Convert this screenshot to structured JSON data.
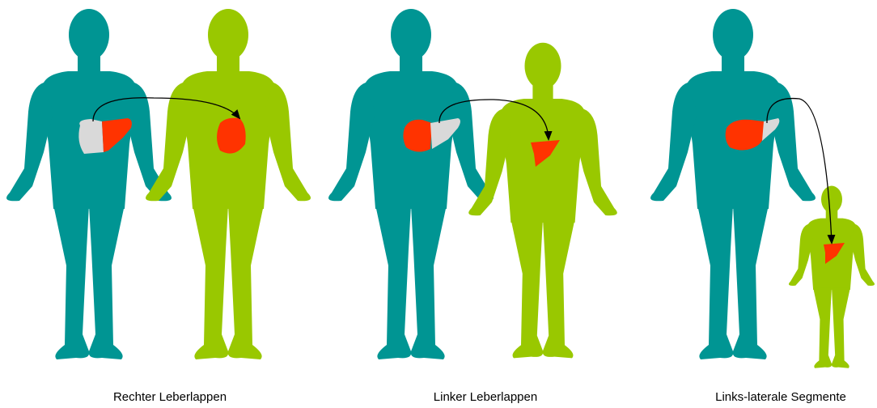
{
  "colors": {
    "donor": "#009593",
    "recipient": "#99c800",
    "liver_graft": "#ff3300",
    "liver_remnant": "#d9d9d9",
    "arrow": "#000000",
    "caption_text": "#000000",
    "background": "#ffffff"
  },
  "panels": [
    {
      "caption": "Rechter Leberlappen"
    },
    {
      "caption": "Linker Leberlappen"
    },
    {
      "caption": "Links-laterale Segmente"
    }
  ]
}
